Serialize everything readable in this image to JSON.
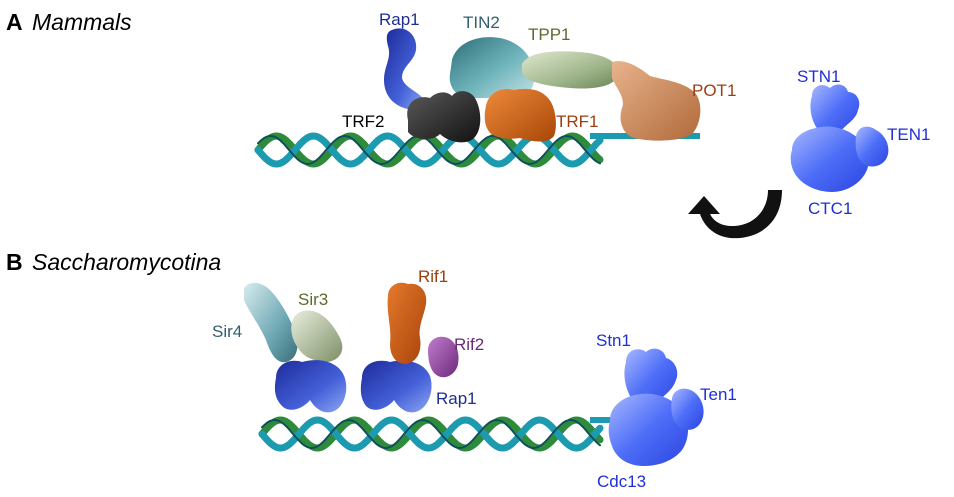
{
  "panels": {
    "a": {
      "letter": "A",
      "title": "Mammals"
    },
    "b": {
      "letter": "B",
      "title": "Saccharomycotina"
    }
  },
  "labels": {
    "rap1_a": "Rap1",
    "tin2": "TIN2",
    "tpp1": "TPP1",
    "trf2": "TRF2",
    "trf1": "TRF1",
    "pot1": "POT1",
    "stn1_a": "STN1",
    "ten1_a": "TEN1",
    "ctc1": "CTC1",
    "sir3": "Sir3",
    "sir4": "Sir4",
    "rif1": "Rif1",
    "rif2": "Rif2",
    "rap1_b": "Rap1",
    "stn1_b": "Stn1",
    "ten1_b": "Ten1",
    "cdc13": "Cdc13"
  },
  "colors": {
    "dna_blue": "#1b9ab0",
    "dna_green": "#2e8b3c",
    "rap1": "#3346c4",
    "tin2": "#4d9aa3",
    "tpp1": "#8ea77a",
    "trf2": "#2a2a2a",
    "trf1": "#c85a12",
    "pot1": "#c7865a",
    "cst": "#4a6cf7",
    "sir4": "#6ea8b3",
    "sir3": "#b7c4a2",
    "rif1": "#c8581a",
    "rif2": "#8a3c95",
    "arrow": "#111111",
    "label_blue": "#1f2fd6",
    "label_darkblue": "#1c2f8e",
    "label_teal": "#2f5f72",
    "label_olive": "#5a6b2c",
    "label_brown": "#9b3e12",
    "label_purple": "#6a2a7a"
  }
}
